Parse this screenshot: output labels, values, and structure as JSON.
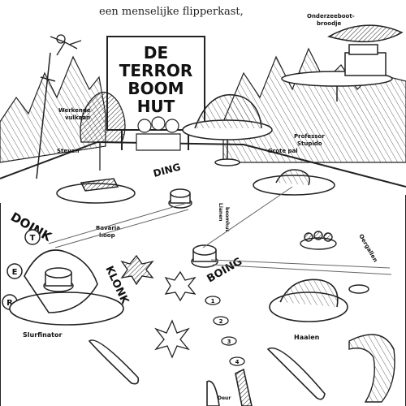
{
  "caption": "een menselijke flipperkast,",
  "sign": {
    "line1": "DE",
    "line2": "TERROR",
    "line3": "BOOM",
    "line4": "HUT"
  },
  "labels": {
    "onderzeeboot": "Onderzeeboot-",
    "broodje": "broodje",
    "werkende": "Werkende",
    "vulkaan": "vulkaan",
    "steven": "Steven",
    "professor": "Professor",
    "stupido": "Stupido",
    "grote_pal": "Grote pal",
    "lianen": "Lianen",
    "boomhut": "boomhut",
    "bavarie": "Bavaria",
    "hoop": "hoop",
    "oergallen": "Oergallen",
    "slurfinator": "Slurfinator",
    "haaien": "Haaien",
    "deur": "Deur"
  },
  "sounds": {
    "ding": "DING",
    "doink": "DOINK",
    "klonk": "KLONK",
    "boing": "BOING"
  },
  "lane_letters": [
    "T",
    "E",
    "R"
  ],
  "numbers": [
    "1",
    "2",
    "3",
    "4"
  ]
}
